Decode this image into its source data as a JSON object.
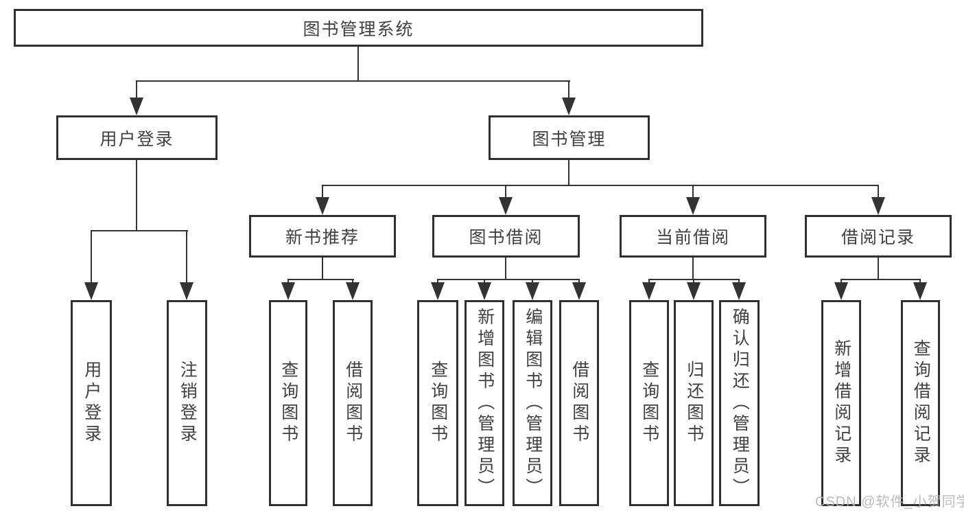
{
  "diagram": {
    "title": "图书管理系统",
    "watermark": "CSDN @软件_小贺同学",
    "level2": {
      "user_login": "用户登录",
      "book_management": "图书管理"
    },
    "level3": {
      "new_book_recommend": "新书推荐",
      "book_borrow": "图书借阅",
      "current_borrow": "当前借阅",
      "borrow_records": "借阅记录"
    },
    "leaves": {
      "user_login": [
        "用户登录",
        "注销登录"
      ],
      "new_book_recommend": [
        "查询图书",
        "借阅图书"
      ],
      "book_borrow": [
        "查询图书",
        "新增图书（管理员）",
        "编辑图书（管理员）",
        "借阅图书"
      ],
      "current_borrow": [
        "查询图书",
        "归还图书",
        "确认归还（管理员）"
      ],
      "borrow_records": [
        "新增借阅记录",
        "查询借阅记录"
      ]
    },
    "colors": {
      "line": "#333333",
      "border": "#2f2f2f",
      "text": "#404040",
      "watermark": "#b2b2b2",
      "background": "#ffffff"
    }
  }
}
